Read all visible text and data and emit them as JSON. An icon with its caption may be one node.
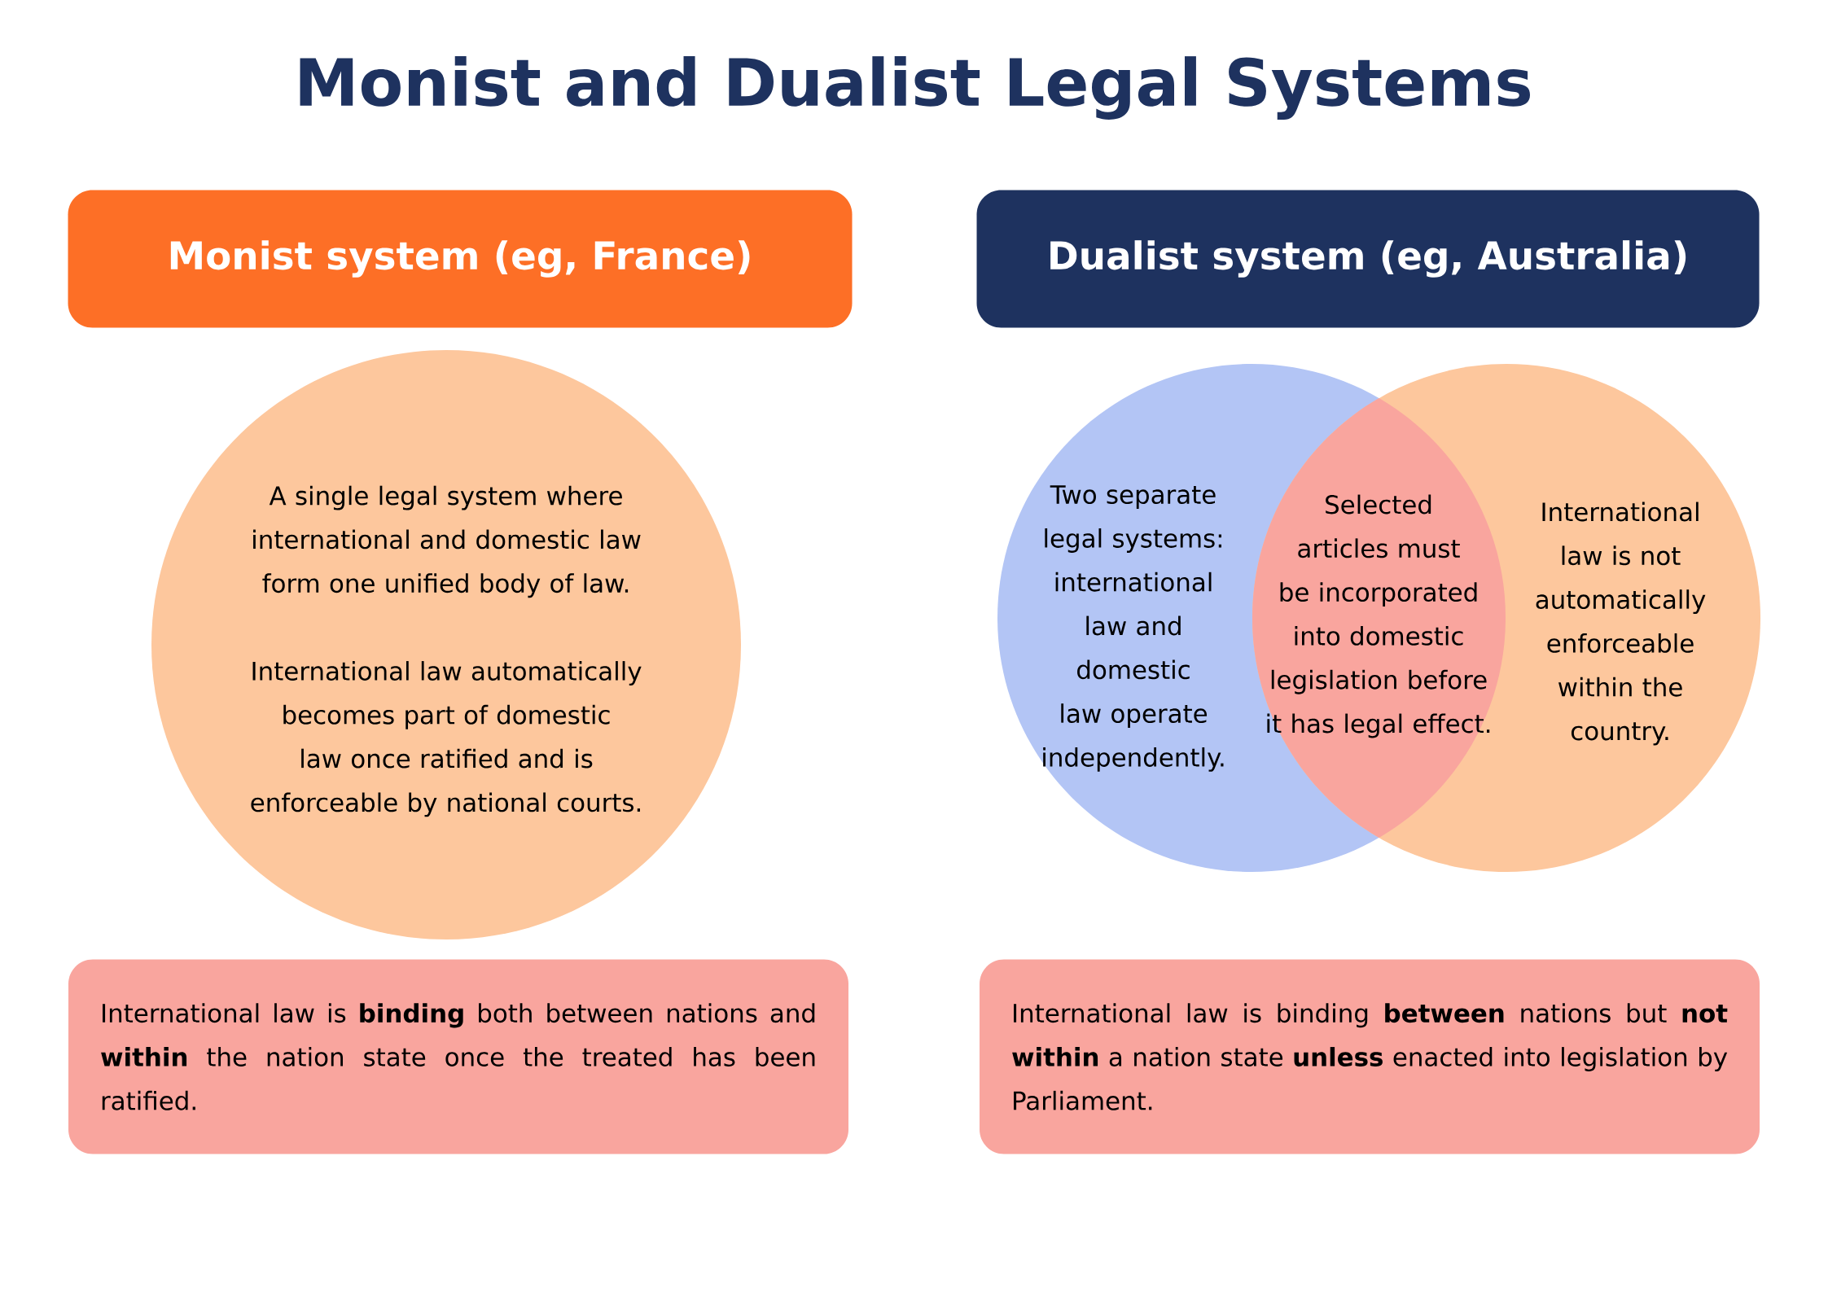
{
  "diagram": {
    "title": "Monist and Dualist Legal Systems",
    "nodes": [
      {
        "text": [
          "Monist system (eg, France)"
        ]
      },
      {
        "text": [
          "A single legal system where international and domestic law form one unified body of law.",
          "International law automatically becomes part of domestic law once ratified and is enforceable by national courts."
        ]
      },
      {
        "text": [
          "International law is **binding** both between nations and **within** the nation state once the treated has been ratified."
        ]
      },
      {
        "text": [
          "Dualist system (eg, Australia)"
        ]
      },
      {
        "text": [
          "Two separate legal systems: international law and domestic law operate independently."
        ]
      },
      {
        "text": [
          "International law is not automatically enforceable within the country."
        ]
      },
      {
        "text": [
          "Selected articles must be incorporated into domestic legislation before it has legal effect."
        ]
      },
      {
        "text": [
          "International law is binding **between** nations but **not within** a nation state **unless** enacted into legislation by Parliament."
        ]
      }
    ]
  }
}
